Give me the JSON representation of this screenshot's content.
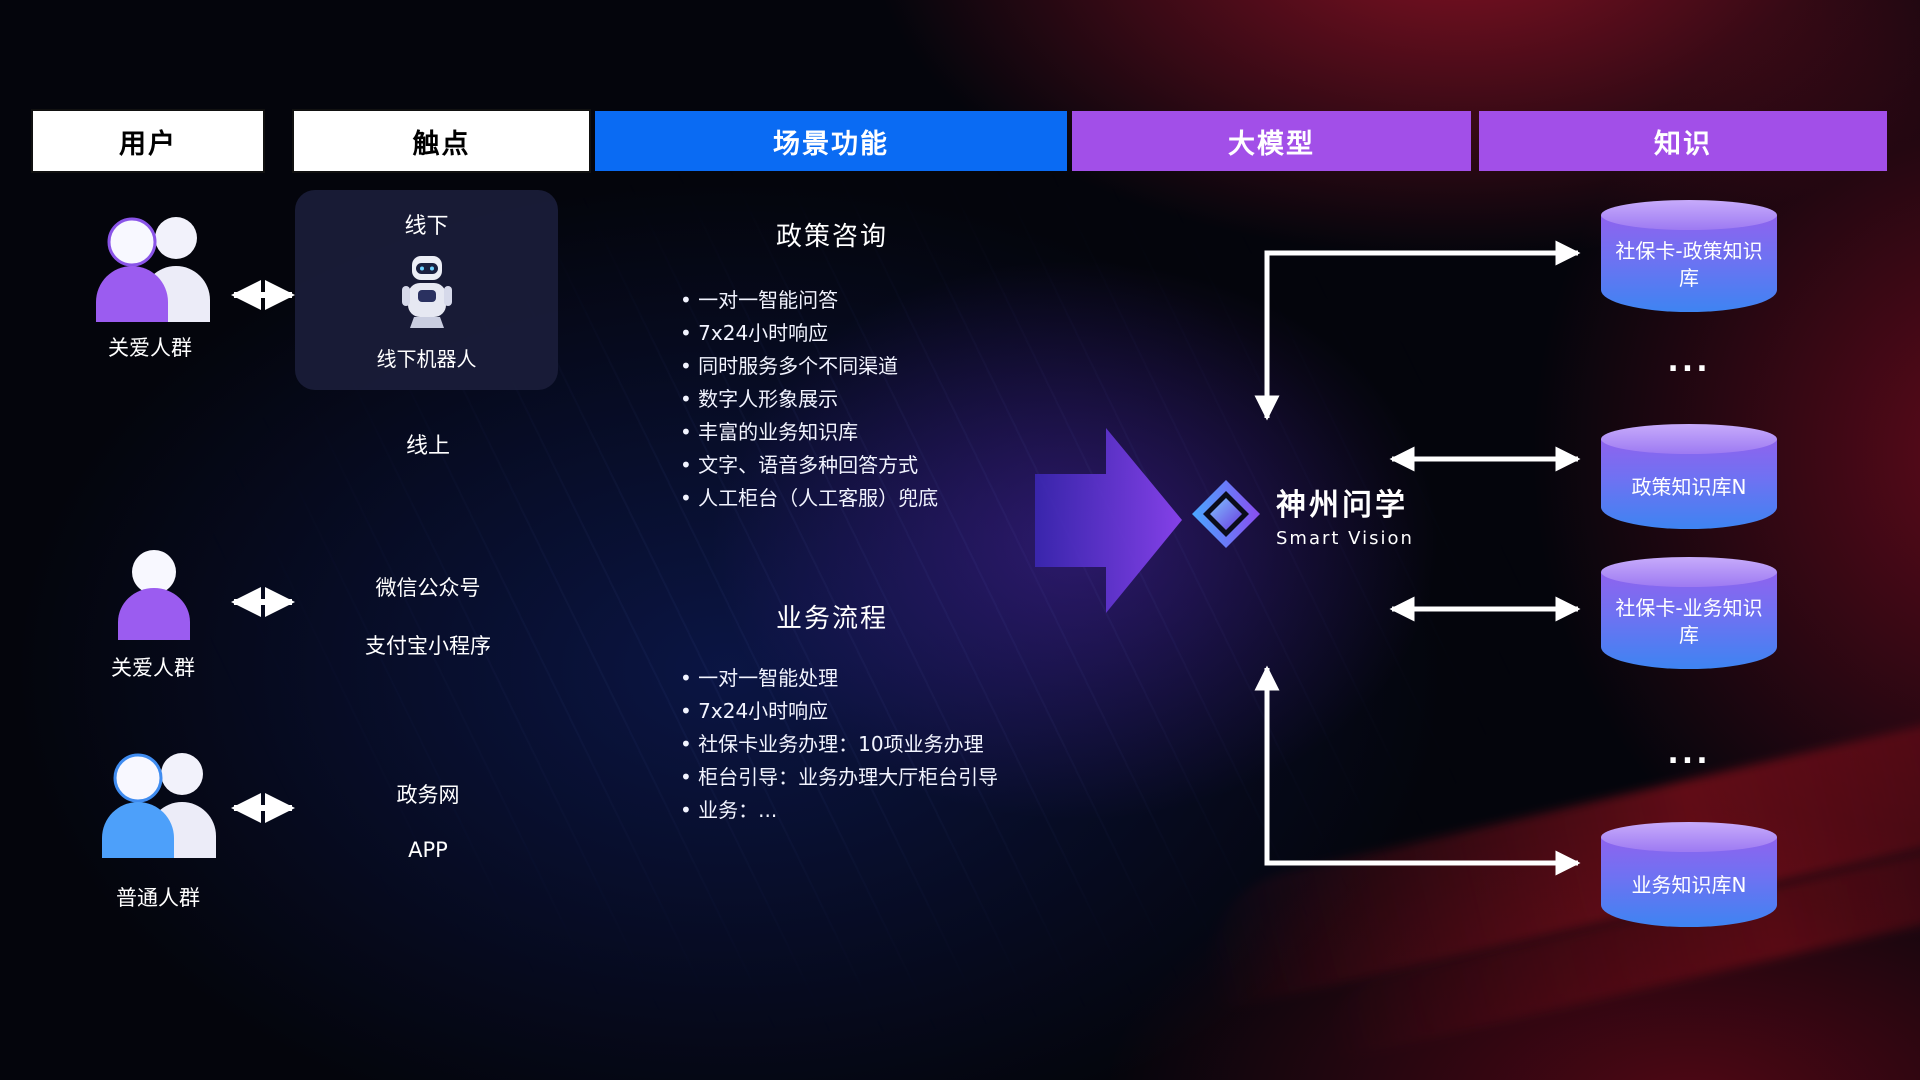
{
  "header": {
    "columns": [
      {
        "label": "用户"
      },
      {
        "label": "触点"
      },
      {
        "label": "场景功能"
      },
      {
        "label": "大模型"
      },
      {
        "label": "知识"
      }
    ]
  },
  "users": [
    {
      "label": "关爱人群"
    },
    {
      "label": "关爱人群"
    },
    {
      "label": "普通人群"
    }
  ],
  "touchpoints": {
    "offline_title": "线下",
    "offline_robot_label": "线下机器人",
    "online_label": "线上",
    "channels": [
      "微信公众号",
      "支付宝小程序",
      "政务网",
      "APP"
    ]
  },
  "scene": {
    "policy": {
      "title": "政策咨询",
      "items": [
        "一对一智能问答",
        "7x24小时响应",
        "同时服务多个不同渠道",
        "数字人形象展示",
        "丰富的业务知识库",
        "文字、语音多种回答方式",
        "人工柜台（人工客服）兜底"
      ]
    },
    "business": {
      "title": "业务流程",
      "items": [
        "一对一智能处理",
        "7x24小时响应",
        "社保卡业务办理：10项业务办理",
        "柜台引导：业务办理大厅柜台引导",
        "业务：..."
      ]
    }
  },
  "model": {
    "name": "神州问学",
    "subtitle": "Smart Vision"
  },
  "knowledge": {
    "databases": [
      "社保卡-政策知识库",
      "政策知识库N",
      "社保卡-业务知识库",
      "业务知识库N"
    ],
    "ellipsis": "..."
  },
  "colors": {
    "header_blue": "#0a6bf3",
    "header_purple": "#a24fe8",
    "cylinder_top": "#b79bf7",
    "cylinder_bottom": "#3e84f2",
    "accent_purple_arrow": "#7a3bf0"
  }
}
